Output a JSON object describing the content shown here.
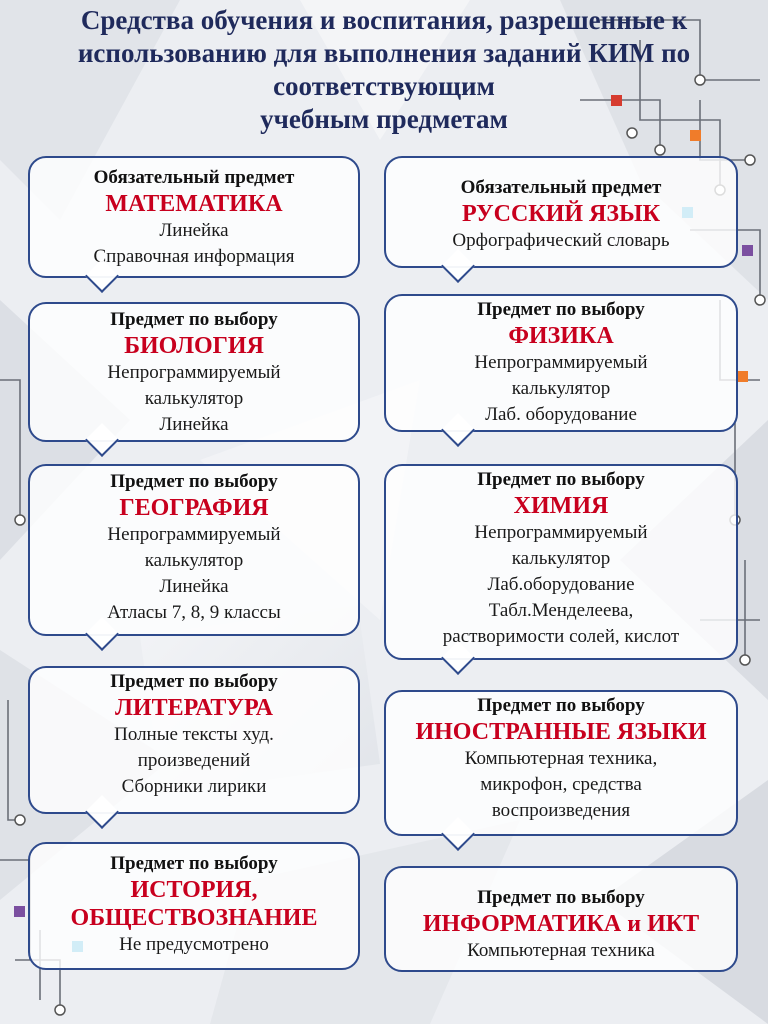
{
  "title": {
    "lines": [
      "Средства обучения и воспитания, разрешенные к",
      "использованию для выполнения заданий КИМ по",
      "соответствующим",
      "учебным предметам"
    ]
  },
  "cards": [
    {
      "id": "math",
      "head": "Обязательный предмет",
      "subject_lines": [
        "МАТЕМАТИКА"
      ],
      "items": [
        "Линейка",
        "Справочная информация"
      ]
    },
    {
      "id": "russian",
      "head": "Обязательный предмет",
      "subject_lines": [
        "РУССКИЙ ЯЗЫК"
      ],
      "items": [
        "Орфографический словарь"
      ]
    },
    {
      "id": "biology",
      "head": "Предмет по выбору",
      "subject_lines": [
        "БИОЛОГИЯ"
      ],
      "items": [
        "Непрограммируемый",
        "калькулятор",
        "Линейка"
      ]
    },
    {
      "id": "physics",
      "head": "Предмет по выбору",
      "subject_lines": [
        "ФИЗИКА"
      ],
      "items": [
        "Непрограммируемый",
        "калькулятор",
        "Лаб. оборудование"
      ]
    },
    {
      "id": "geography",
      "head": "Предмет по выбору",
      "subject_lines": [
        "ГЕОГРАФИЯ"
      ],
      "items": [
        "Непрограммируемый",
        "калькулятор",
        "Линейка",
        "Атласы 7, 8, 9 классы"
      ]
    },
    {
      "id": "chemistry",
      "head": "Предмет по выбору",
      "subject_lines": [
        "ХИМИЯ"
      ],
      "items": [
        "Непрограммируемый",
        "калькулятор",
        "Лаб.оборудование",
        "Табл.Менделеева,",
        "растворимости солей, кислот"
      ]
    },
    {
      "id": "literature",
      "head": "Предмет по выбору",
      "subject_lines": [
        "ЛИТЕРАТУРА"
      ],
      "items": [
        "Полные тексты худ.",
        "произведений",
        "Сборники лирики"
      ]
    },
    {
      "id": "foreign",
      "head": "Предмет по выбору",
      "subject_lines": [
        "ИНОСТРАННЫЕ ЯЗЫКИ"
      ],
      "items": [
        "Компьютерная техника,",
        "микрофон, средства",
        "воспроизведения"
      ]
    },
    {
      "id": "history",
      "head": "Предмет по выбору",
      "subject_lines": [
        "ИСТОРИЯ,",
        "ОБЩЕСТВОЗНАНИЕ"
      ],
      "items": [
        "Не предусмотрено"
      ]
    },
    {
      "id": "informatics",
      "head": "Предмет по выбору",
      "subject_lines": [
        "ИНФОРМАТИКА и ИКТ"
      ],
      "items": [
        "Компьютерная техника"
      ]
    }
  ],
  "colors": {
    "title": "#1f2a5c",
    "subject": "#c8001e",
    "border": "#2e4a8c",
    "accent_orange": "#f07c2a",
    "accent_cyan": "#1fa3d8",
    "accent_purple": "#7b4fa0",
    "accent_red": "#d63b2f"
  }
}
